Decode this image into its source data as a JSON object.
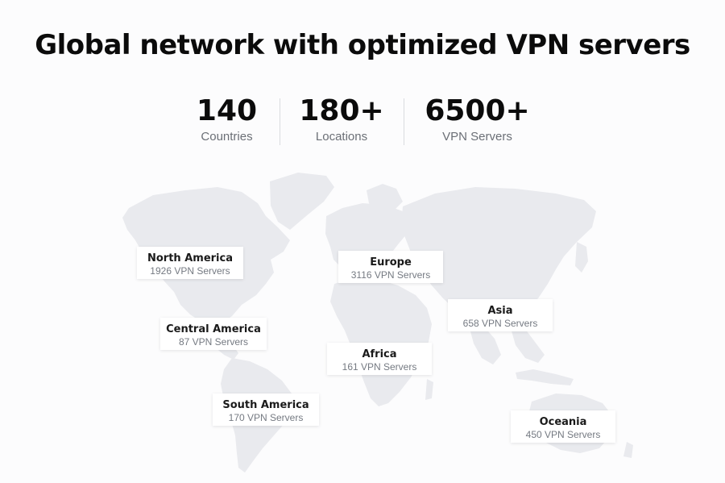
{
  "title": "Global network with optimized VPN servers",
  "stats": [
    {
      "value": "140",
      "label": "Countries"
    },
    {
      "value": "180+",
      "label": "Locations"
    },
    {
      "value": "6500+",
      "label": "VPN Servers"
    }
  ],
  "colors": {
    "map_fill": "#e9eaee",
    "card_bg": "#ffffff",
    "text_dark": "#0b0b0b",
    "text_muted": "#6b6f76"
  },
  "regions": [
    {
      "name": "North America",
      "servers": "1926 VPN Servers"
    },
    {
      "name": "Europe",
      "servers": "3116 VPN Servers"
    },
    {
      "name": "Asia",
      "servers": "658 VPN Servers"
    },
    {
      "name": "Central America",
      "servers": "87 VPN Servers"
    },
    {
      "name": "Africa",
      "servers": "161 VPN Servers"
    },
    {
      "name": "South America",
      "servers": "170 VPN Servers"
    },
    {
      "name": "Oceania",
      "servers": "450 VPN Servers"
    }
  ]
}
